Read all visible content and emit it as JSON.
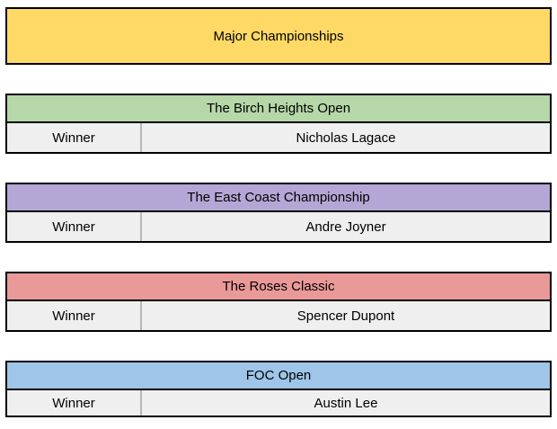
{
  "title": "Major Championships",
  "winner_label": "Winner",
  "colors": {
    "banner": "#FFD966",
    "row_bg": "#EFEFEF",
    "border": "#000000",
    "cell_divider": "#B7B7B7"
  },
  "championships": [
    {
      "name": "The Birch Heights Open",
      "winner": "Nicholas Lagace",
      "color": "#B6D7A8"
    },
    {
      "name": "The East Coast Championship",
      "winner": "Andre Joyner",
      "color": "#B4A7D6"
    },
    {
      "name": "The Roses Classic",
      "winner": "Spencer Dupont",
      "color": "#EA9999"
    },
    {
      "name": "FOC Open",
      "winner": "Austin Lee",
      "color": "#9FC5E8"
    }
  ]
}
